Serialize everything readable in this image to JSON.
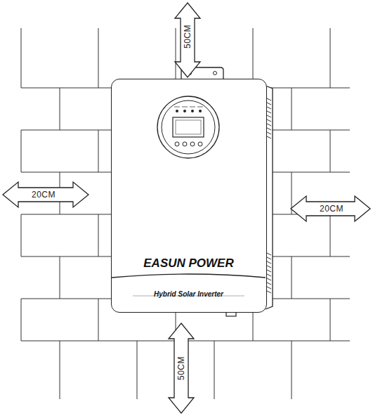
{
  "diagram": {
    "nodes": [
      {
        "text": [
          "EASUN POWER",
          "Hybrid Solar Inverter"
        ]
      }
    ],
    "labels": [
      "50CM",
      "20CM",
      "20CM",
      "50CM"
    ]
  }
}
